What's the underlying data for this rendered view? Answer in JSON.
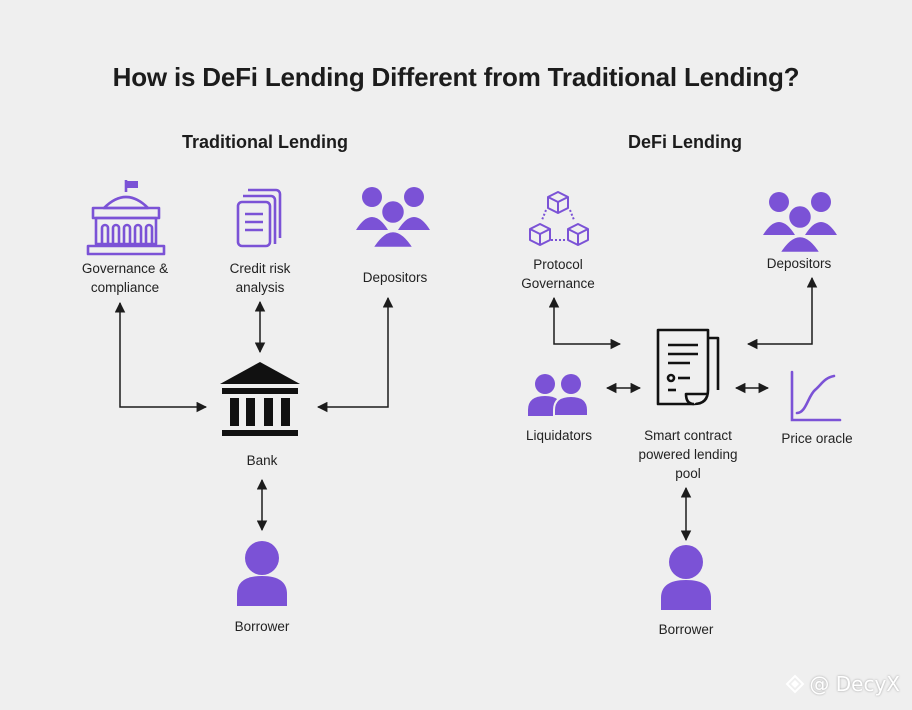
{
  "title": "How is DeFi Lending Different from Traditional Lending?",
  "traditional": {
    "heading": "Traditional Lending",
    "governance": "Governance &\ncompliance",
    "credit": "Credit risk\nanalysis",
    "depositors": "Depositors",
    "bank": "Bank",
    "borrower": "Borrower"
  },
  "defi": {
    "heading": "DeFi Lending",
    "protocol": "Protocol\nGovernance",
    "depositors": "Depositors",
    "liquidators": "Liquidators",
    "pool": "Smart contract\npowered lending\npool",
    "oracle": "Price oracle",
    "borrower": "Borrower"
  },
  "watermark": "@ DecyX",
  "colors": {
    "accent": "#7b52d6",
    "line": "#1c1c1c",
    "background": "#efefef"
  },
  "icons": [
    "capitol-icon",
    "document-stack-icon",
    "people-group-icon",
    "bank-icon",
    "person-icon",
    "cubes-icon",
    "contract-icon",
    "chart-curve-icon"
  ]
}
